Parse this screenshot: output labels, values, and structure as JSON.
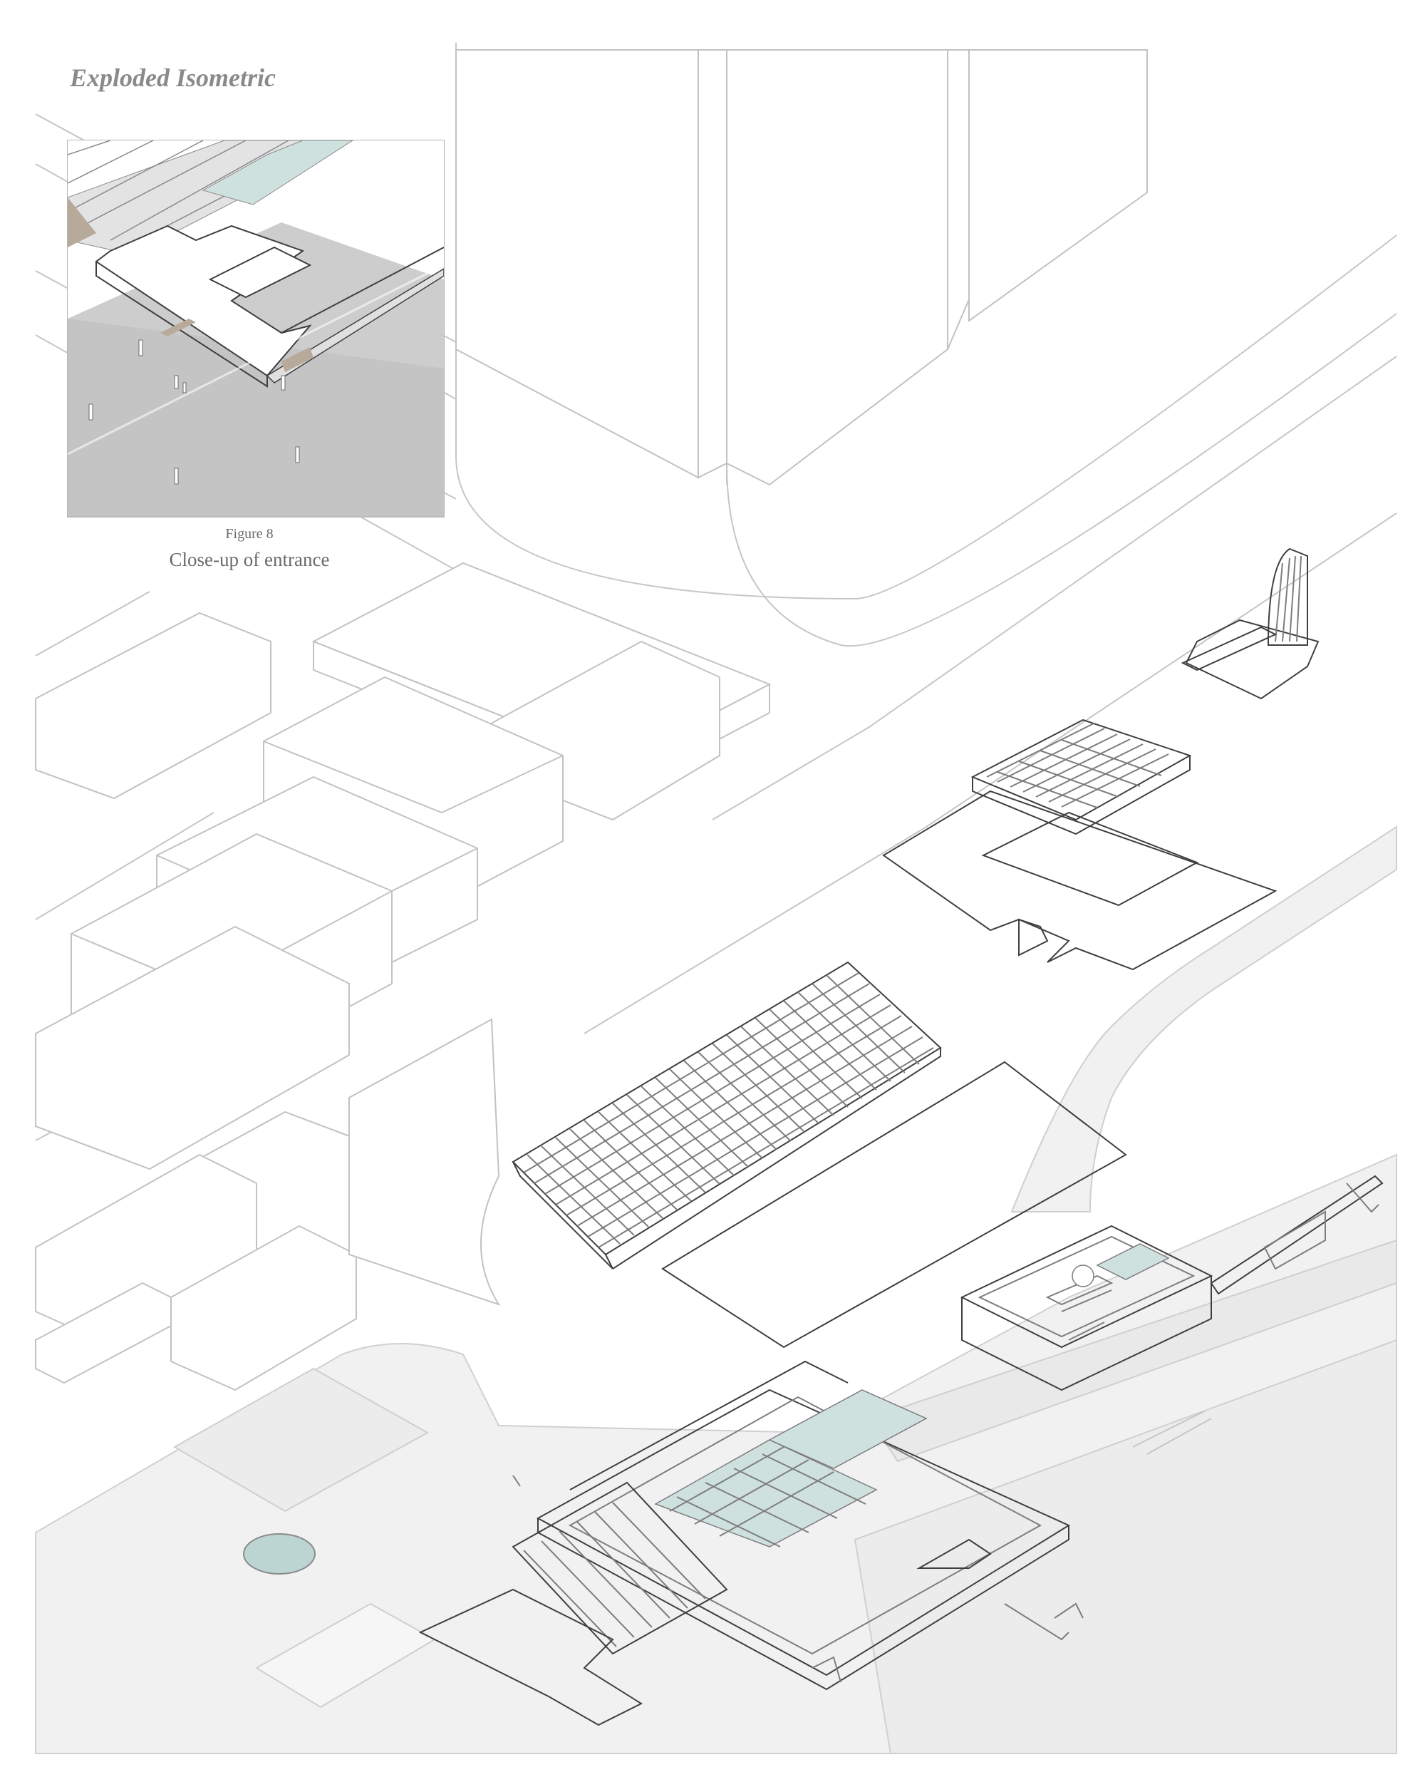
{
  "title": "Exploded Isometric",
  "figure": {
    "number": "Figure 8",
    "caption": "Close-up of entrance"
  },
  "colors": {
    "linework": "#c6c6c6",
    "ground": "#f1f1f1",
    "water": "#bcd5d2",
    "concrete": "#c9c9c9",
    "text": "#8a8a8a",
    "timber": "#b8aa9a"
  }
}
